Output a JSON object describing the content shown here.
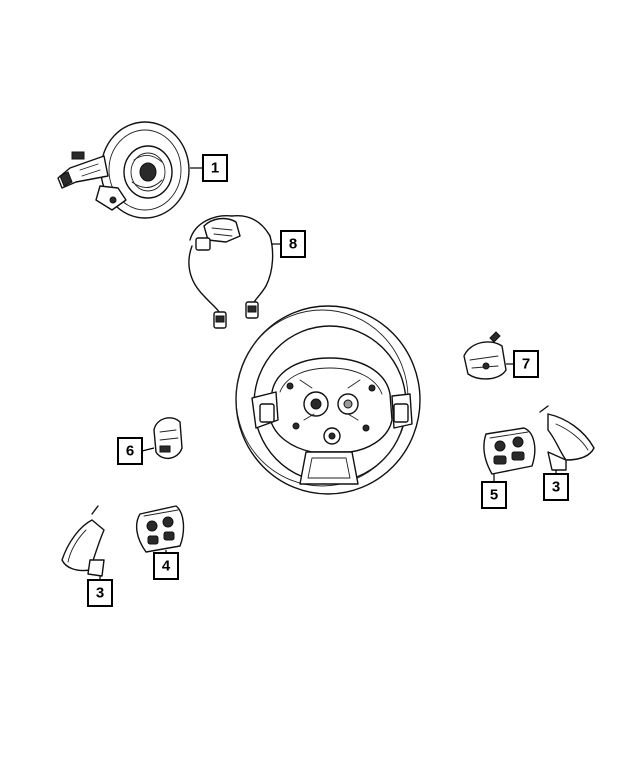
{
  "callouts": [
    {
      "id": "c1",
      "label": "1"
    },
    {
      "id": "c8",
      "label": "8"
    },
    {
      "id": "c7",
      "label": "7"
    },
    {
      "id": "c6",
      "label": "6"
    },
    {
      "id": "c5",
      "label": "5"
    },
    {
      "id": "c3r",
      "label": "3"
    },
    {
      "id": "c4",
      "label": "4"
    },
    {
      "id": "c3l",
      "label": "3"
    }
  ]
}
